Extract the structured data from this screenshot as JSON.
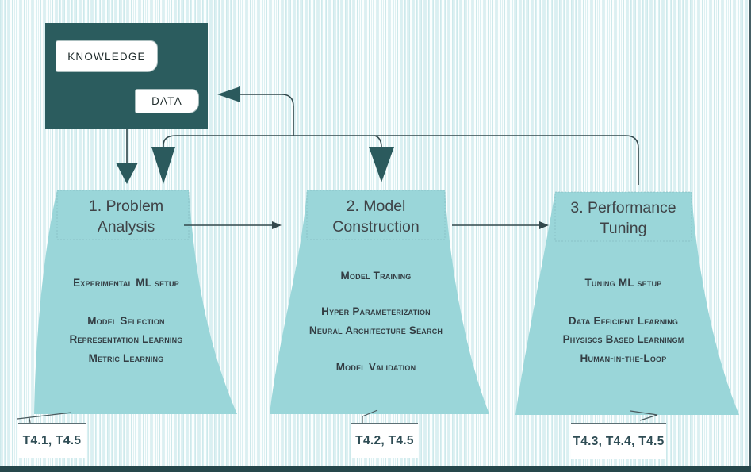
{
  "diagram": {
    "knowledge_box": {
      "knowledge_label": "KNOWLEDGE",
      "data_label": "DATA"
    },
    "funnels": [
      {
        "title_line1": "1. Problem",
        "title_line2": "Analysis",
        "items": [
          "Experimental ML setup",
          "Model Selection",
          "Representation Learning",
          "Metric Learning"
        ],
        "tag": "T4.1, T4.5"
      },
      {
        "title_line1": "2. Model",
        "title_line2": "Construction",
        "items": [
          "Model Training",
          "Hyper Parameterization",
          "Neural Architecture Search",
          "Model Validation"
        ],
        "tag": "T4.2, T4.5"
      },
      {
        "title_line1": "3. Performance",
        "title_line2": "Tuning",
        "items": [
          "Tuning ML setup",
          "Data Efficient Learning",
          "Physiscs Based Learningm",
          "Human-in-the-Loop"
        ],
        "tag": "T4.3, T4.4, T4.5"
      }
    ],
    "colors": {
      "dark_box": "#2b5c5e",
      "funnel_fill": "#9ad6d9",
      "connector_line": "#32484c",
      "arrowhead": "#2b5a5d",
      "background_stripe": "#ddeff0",
      "frame": "#26474b"
    }
  }
}
